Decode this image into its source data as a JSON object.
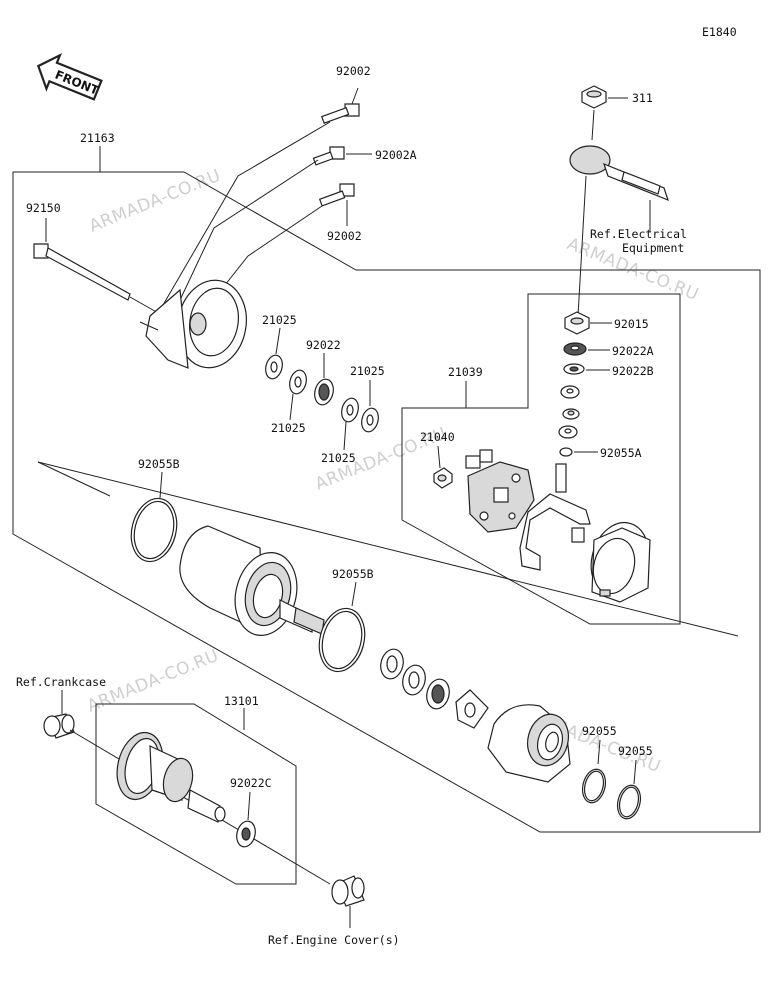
{
  "diagram_code": "E1840",
  "front_label": "FRONT",
  "watermark": "ARMADA-CO.RU",
  "parts": {
    "p92002_top": "92002",
    "p92002a": "92002A",
    "p92002_bottom": "92002",
    "p21163": "21163",
    "p92150": "92150",
    "p21025_a": "21025",
    "p92022": "92022",
    "p21025_b": "21025",
    "p21025_c": "21025",
    "p21025_d": "21025",
    "p311": "311",
    "p92015": "92015",
    "p92022a": "92022A",
    "p92022b": "92022B",
    "p21039": "21039",
    "p21040": "21040",
    "p92055a": "92055A",
    "p92055b_left": "92055B",
    "p92055b_right": "92055B",
    "p13101": "13101",
    "p92022c": "92022C",
    "p92055_a": "92055",
    "p92055_b": "92055"
  },
  "refs": {
    "electrical_line1": "Ref.Electrical",
    "electrical_line2": "Equipment",
    "crankcase": "Ref.Crankcase",
    "engine_cover": "Ref.Engine Cover(s)"
  }
}
